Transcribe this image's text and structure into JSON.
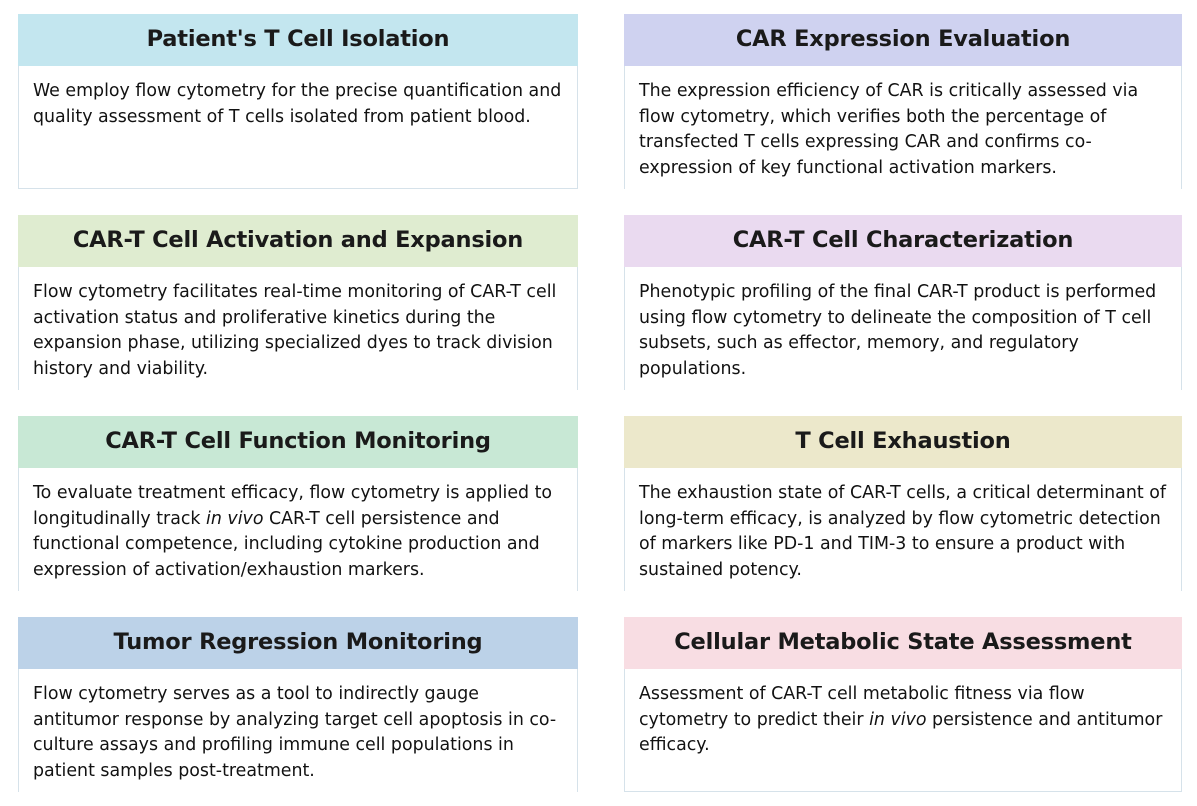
{
  "layout": {
    "columns": 2,
    "rows": 4,
    "background": "#ffffff",
    "body_border_color": "#d6e2ea",
    "text_color": "#121212",
    "heading_color": "#1a1a1a"
  },
  "cards": [
    {
      "id": "patients-t-cell-isolation",
      "title": "Patient's T Cell Isolation",
      "header_color": "#c3e6ef",
      "body_html": "We employ flow cytometry for the precise quantification and quality assessment of T cells isolated from patient blood."
    },
    {
      "id": "car-expression-evaluation",
      "title": "CAR Expression Evaluation",
      "header_color": "#cfd2f0",
      "body_html": "The expression efficiency of CAR is critically assessed via flow cytometry, which verifies both the percentage of transfected T cells expressing CAR and confirms co-expression of key functional activation markers."
    },
    {
      "id": "car-t-cell-activation-and-expansion",
      "title": "CAR-T Cell Activation and Expansion",
      "header_color": "#dfecd0",
      "body_html": "Flow cytometry facilitates real-time monitoring of CAR-T cell activation status and proliferative kinetics during the expansion phase, utilizing specialized dyes to track division history and viability."
    },
    {
      "id": "car-t-cell-characterization",
      "title": "CAR-T Cell Characterization",
      "header_color": "#eadaf0",
      "body_html": "Phenotypic profiling of the final CAR-T product is performed using flow cytometry to delineate the composition of T cell subsets, such as effector, memory, and regulatory populations."
    },
    {
      "id": "car-t-cell-function-monitoring",
      "title": "CAR-T Cell Function Monitoring",
      "header_color": "#c8e8d5",
      "body_html": "To evaluate treatment efficacy, flow cytometry is applied to longitudinally track <em>in vivo</em> CAR-T cell persistence and functional competence, including cytokine production and expression of activation/exhaustion markers."
    },
    {
      "id": "t-cell-exhaustion",
      "title": "T Cell Exhaustion",
      "header_color": "#ece8cb",
      "body_html": "The exhaustion state of CAR-T cells, a critical determinant of long-term efficacy, is analyzed by flow cytometric detection of markers like PD-1 and TIM-3 to ensure a product with sustained potency."
    },
    {
      "id": "tumor-regression-monitoring",
      "title": "Tumor Regression Monitoring",
      "header_color": "#bcd2e8",
      "body_html": "Flow cytometry serves as a tool to indirectly gauge antitumor response by analyzing target cell apoptosis in co-culture assays and profiling immune cell populations in patient samples post-treatment."
    },
    {
      "id": "cellular-metabolic-state-assessment",
      "title": "Cellular Metabolic State Assessment",
      "header_color": "#f8dde3",
      "body_html": "Assessment of CAR-T cell metabolic fitness via flow cytometry to predict their <em>in vivo</em> persistence and antitumor efficacy."
    }
  ]
}
